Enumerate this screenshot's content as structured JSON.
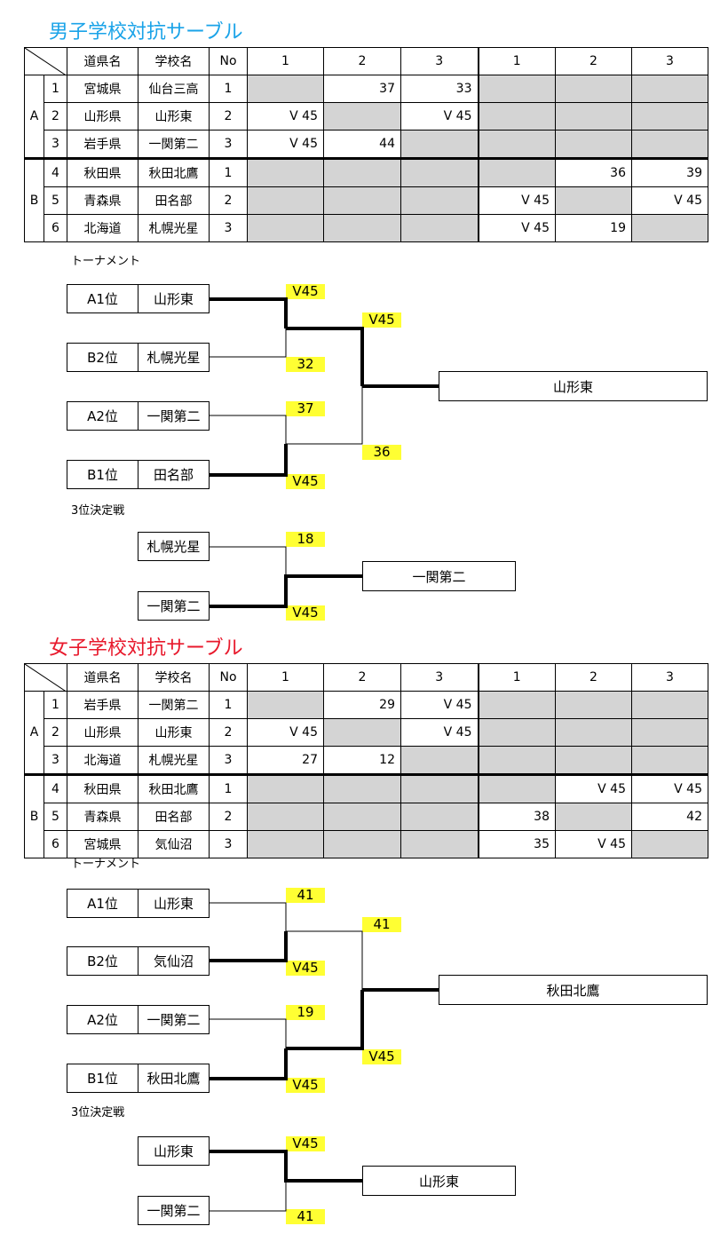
{
  "boys": {
    "title": "男子学校対抗サーブル",
    "headers": [
      "道県名",
      "学校名",
      "No",
      "1",
      "2",
      "3",
      "1",
      "2",
      "3"
    ],
    "rows": [
      {
        "group": "A",
        "num": "1",
        "pref": "宮城県",
        "school": "仙台三高",
        "no": "1",
        "a": [
          "",
          "37",
          "33"
        ],
        "b": [
          "",
          "",
          ""
        ]
      },
      {
        "group": "A",
        "num": "2",
        "pref": "山形県",
        "school": "山形東",
        "no": "2",
        "a": [
          "V 45",
          "",
          "V 45"
        ],
        "b": [
          "",
          "",
          ""
        ]
      },
      {
        "group": "A",
        "num": "3",
        "pref": "岩手県",
        "school": "一関第二",
        "no": "3",
        "a": [
          "V 45",
          "44",
          ""
        ],
        "b": [
          "",
          "",
          ""
        ]
      },
      {
        "group": "B",
        "num": "4",
        "pref": "秋田県",
        "school": "秋田北鷹",
        "no": "1",
        "a": [
          "",
          "",
          ""
        ],
        "b": [
          "",
          "36",
          "39"
        ]
      },
      {
        "group": "B",
        "num": "5",
        "pref": "青森県",
        "school": "田名部",
        "no": "2",
        "a": [
          "",
          "",
          ""
        ],
        "b": [
          "V 45",
          "",
          "V 45"
        ]
      },
      {
        "group": "B",
        "num": "6",
        "pref": "北海道",
        "school": "札幌光星",
        "no": "3",
        "a": [
          "",
          "",
          ""
        ],
        "b": [
          "V 45",
          "19",
          ""
        ]
      }
    ],
    "tournament_label": "トーナメント",
    "tournament": {
      "semis": [
        {
          "seed": "A1位",
          "school": "山形東",
          "score": "V45"
        },
        {
          "seed": "B2位",
          "school": "札幌光星",
          "score": "32"
        },
        {
          "seed": "A2位",
          "school": "一関第二",
          "score": "37"
        },
        {
          "seed": "B1位",
          "school": "田名部",
          "score": "V45"
        }
      ],
      "final_scores": [
        "V45",
        "36"
      ],
      "champion": "山形東"
    },
    "third_label": "3位決定戦",
    "third": {
      "players": [
        {
          "school": "札幌光星",
          "score": "18"
        },
        {
          "school": "一関第二",
          "score": "V45"
        }
      ],
      "winner": "一関第二"
    }
  },
  "girls": {
    "title": "女子学校対抗サーブル",
    "headers": [
      "道県名",
      "学校名",
      "No",
      "1",
      "2",
      "3",
      "1",
      "2",
      "3"
    ],
    "rows": [
      {
        "group": "A",
        "num": "1",
        "pref": "岩手県",
        "school": "一関第二",
        "no": "1",
        "a": [
          "",
          "29",
          "V 45"
        ],
        "b": [
          "",
          "",
          ""
        ]
      },
      {
        "group": "A",
        "num": "2",
        "pref": "山形県",
        "school": "山形東",
        "no": "2",
        "a": [
          "V 45",
          "",
          "V 45"
        ],
        "b": [
          "",
          "",
          ""
        ]
      },
      {
        "group": "A",
        "num": "3",
        "pref": "北海道",
        "school": "札幌光星",
        "no": "3",
        "a": [
          "27",
          "12",
          ""
        ],
        "b": [
          "",
          "",
          ""
        ]
      },
      {
        "group": "B",
        "num": "4",
        "pref": "秋田県",
        "school": "秋田北鷹",
        "no": "1",
        "a": [
          "",
          "",
          ""
        ],
        "b": [
          "",
          "V 45",
          "V 45"
        ]
      },
      {
        "group": "B",
        "num": "5",
        "pref": "青森県",
        "school": "田名部",
        "no": "2",
        "a": [
          "",
          "",
          ""
        ],
        "b": [
          "38",
          "",
          "42"
        ]
      },
      {
        "group": "B",
        "num": "6",
        "pref": "宮城県",
        "school": "気仙沼",
        "no": "3",
        "a": [
          "",
          "",
          ""
        ],
        "b": [
          "35",
          "V 45",
          ""
        ]
      }
    ],
    "tournament_label": "トーナメント",
    "tournament": {
      "semis": [
        {
          "seed": "A1位",
          "school": "山形東",
          "score": "41"
        },
        {
          "seed": "B2位",
          "school": "気仙沼",
          "score": "V45"
        },
        {
          "seed": "A2位",
          "school": "一関第二",
          "score": "19"
        },
        {
          "seed": "B1位",
          "school": "秋田北鷹",
          "score": "V45"
        }
      ],
      "final_scores": [
        "41",
        "V45"
      ],
      "champion": "秋田北鷹"
    },
    "third_label": "3位決定戦",
    "third": {
      "players": [
        {
          "school": "山形東",
          "score": "V45"
        },
        {
          "school": "一関第二",
          "score": "41"
        }
      ],
      "winner": "山形東"
    }
  }
}
